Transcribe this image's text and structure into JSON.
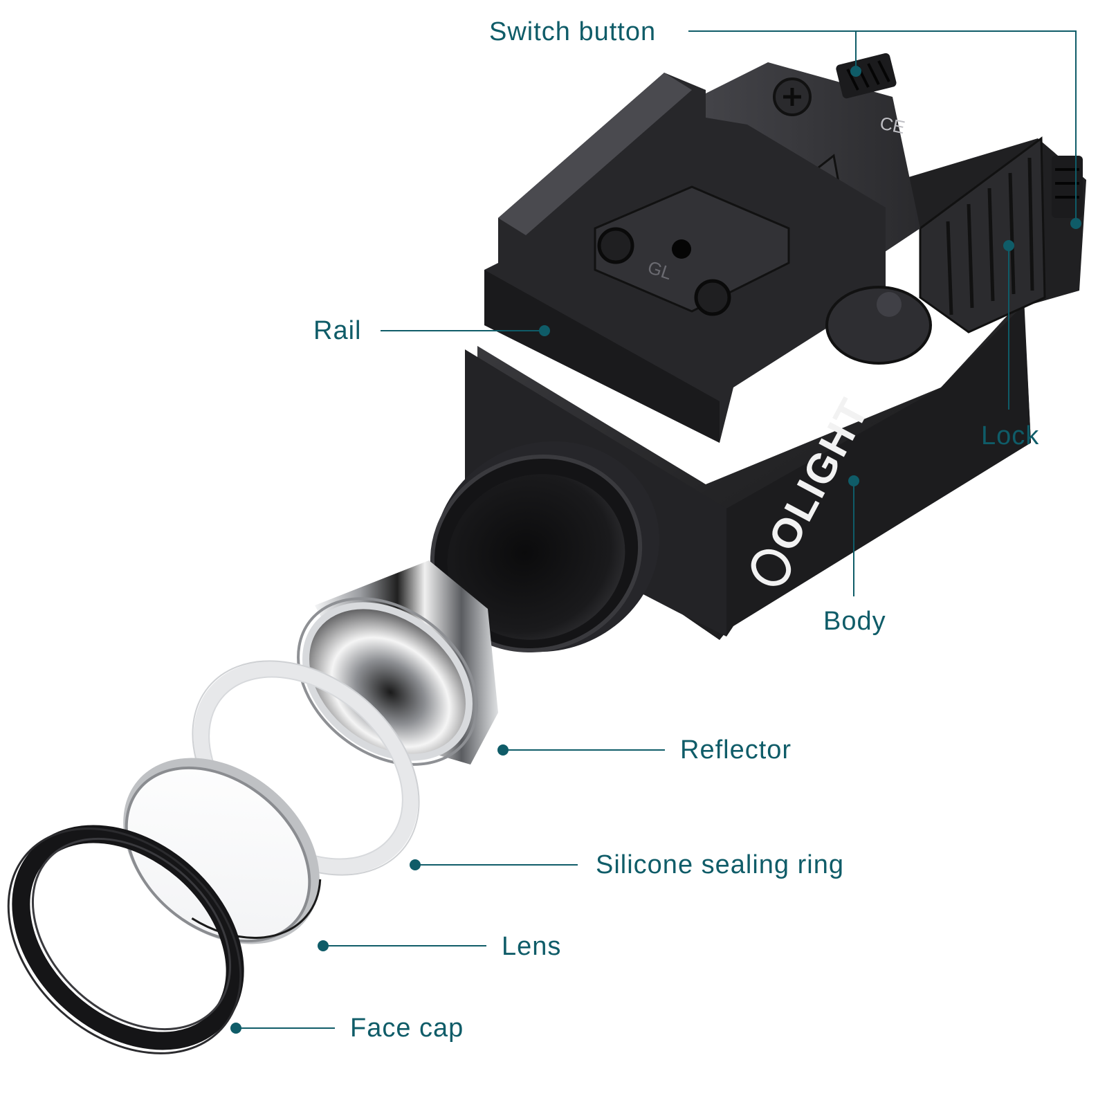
{
  "colors": {
    "accent": "#0f5c68",
    "body_dark": "#1b1b1d",
    "body_mid": "#2c2c2f",
    "body_light": "#3d3d41",
    "chrome_light": "#eef0f2",
    "chrome_dark": "#2a2a2a",
    "background": "#ffffff"
  },
  "product": {
    "brand": "OLIGHT",
    "engraving": "GL",
    "mark": "CE"
  },
  "labels": {
    "switch_button": "Switch button",
    "rail": "Rail",
    "lock": "Lock",
    "body": "Body",
    "reflector": "Reflector",
    "silicone_ring": "Silicone sealing ring",
    "lens": "Lens",
    "face_cap": "Face cap"
  }
}
